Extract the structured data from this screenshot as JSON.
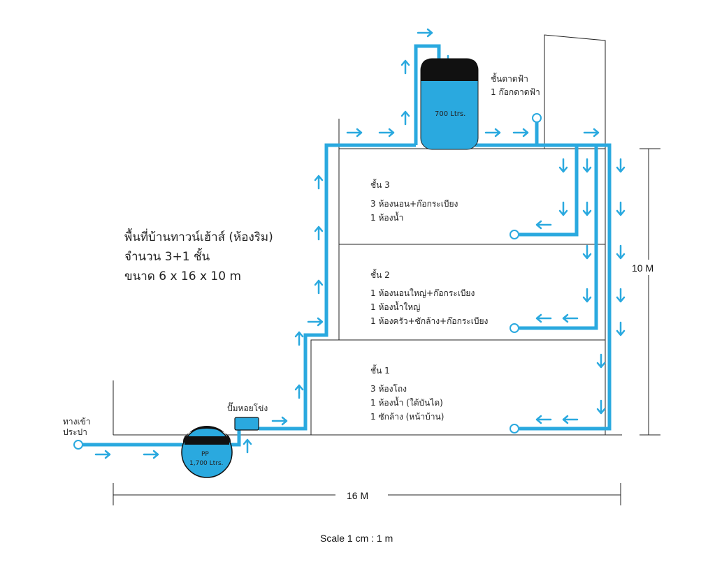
{
  "info": {
    "line1": "พื้นที่บ้านทาวน์เฮ้าส์ (ห้องริม)",
    "line2": "จำนวน 3+1  ชั้น",
    "line3": "ขนาด 6 x 16 x 10 m"
  },
  "water_inlet": {
    "line1": "ทางเข้า",
    "line2": "ประปา"
  },
  "ground_tank": {
    "line1": "PP",
    "line2": "1,700 Ltrs."
  },
  "pump": {
    "label": "ปั๊มหอยโข่ง"
  },
  "roof_tank": {
    "capacity": "700 Ltrs."
  },
  "rooftop": {
    "line1": "ชั้นดาดฟ้า",
    "line2": "1 ก๊อกดาดฟ้า"
  },
  "floor3": {
    "title": "ชั้น 3",
    "line1": "3 ห้องนอน+ก๊อกระเบียง",
    "line2": "1 ห้องน้ำ"
  },
  "floor2": {
    "title": "ชั้น 2",
    "line1": "1 ห้องนอนใหญ่+ก๊อกระเบียง",
    "line2": "1 ห้องน้ำใหญ่",
    "line3": "1 ห้องครัว+ซักล้าง+ก๊อกระเบียง"
  },
  "floor1": {
    "title": "ชั้น 1",
    "line1": "3 ห้องโถง",
    "line2": "1 ห้องน้ำ (ใต้บันได)",
    "line3": "1 ซักล้าง (หน้าบ้าน)"
  },
  "dimensions": {
    "height": "10 M",
    "length": "16 M",
    "scale": "Scale 1 cm : 1 m"
  },
  "colors": {
    "pipe": "#2aa9df",
    "tank_top": "#111111",
    "line": "#222222"
  }
}
